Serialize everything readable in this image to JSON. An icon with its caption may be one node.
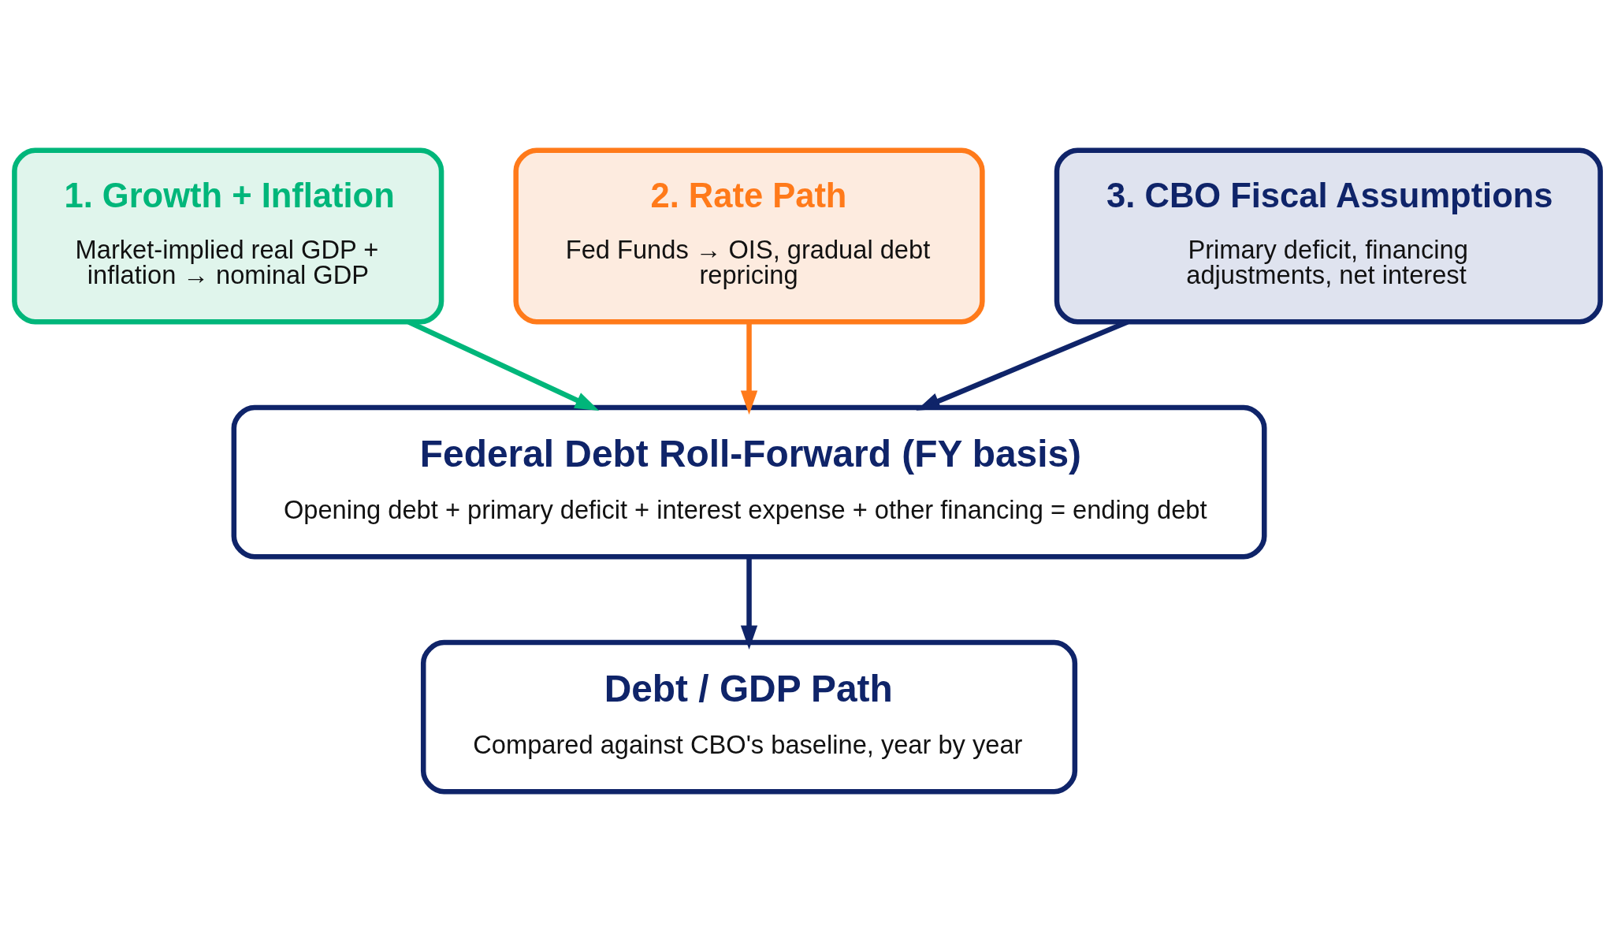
{
  "diagram": {
    "nodes": [
      {
        "text": [
          "1. Growth + Inflation",
          "Market-implied real GDP + inflation → nominal GDP"
        ]
      },
      {
        "text": [
          "2. Rate Path",
          "Fed Funds → OIS, gradual debt repricing"
        ]
      },
      {
        "text": [
          "3. CBO Fiscal Assumptions",
          "Primary deficit, financing adjustments, net interest"
        ]
      },
      {
        "text": [
          "Federal Debt Roll-Forward (FY basis)",
          "Opening debt + primary deficit + interest expense + other financing = ending debt"
        ]
      },
      {
        "text": [
          "Debt / GDP Path",
          "Compared against CBO's baseline, year by year"
        ]
      }
    ],
    "edges": [
      {
        "from": 0,
        "to": 3,
        "arrow": "to",
        "color": "#00b67a"
      },
      {
        "from": 1,
        "to": 3,
        "arrow": "to",
        "color": "#ff7a1a"
      },
      {
        "from": 2,
        "to": 3,
        "arrow": "to"
      },
      {
        "from": 3,
        "to": 4,
        "arrow": "to"
      }
    ]
  }
}
